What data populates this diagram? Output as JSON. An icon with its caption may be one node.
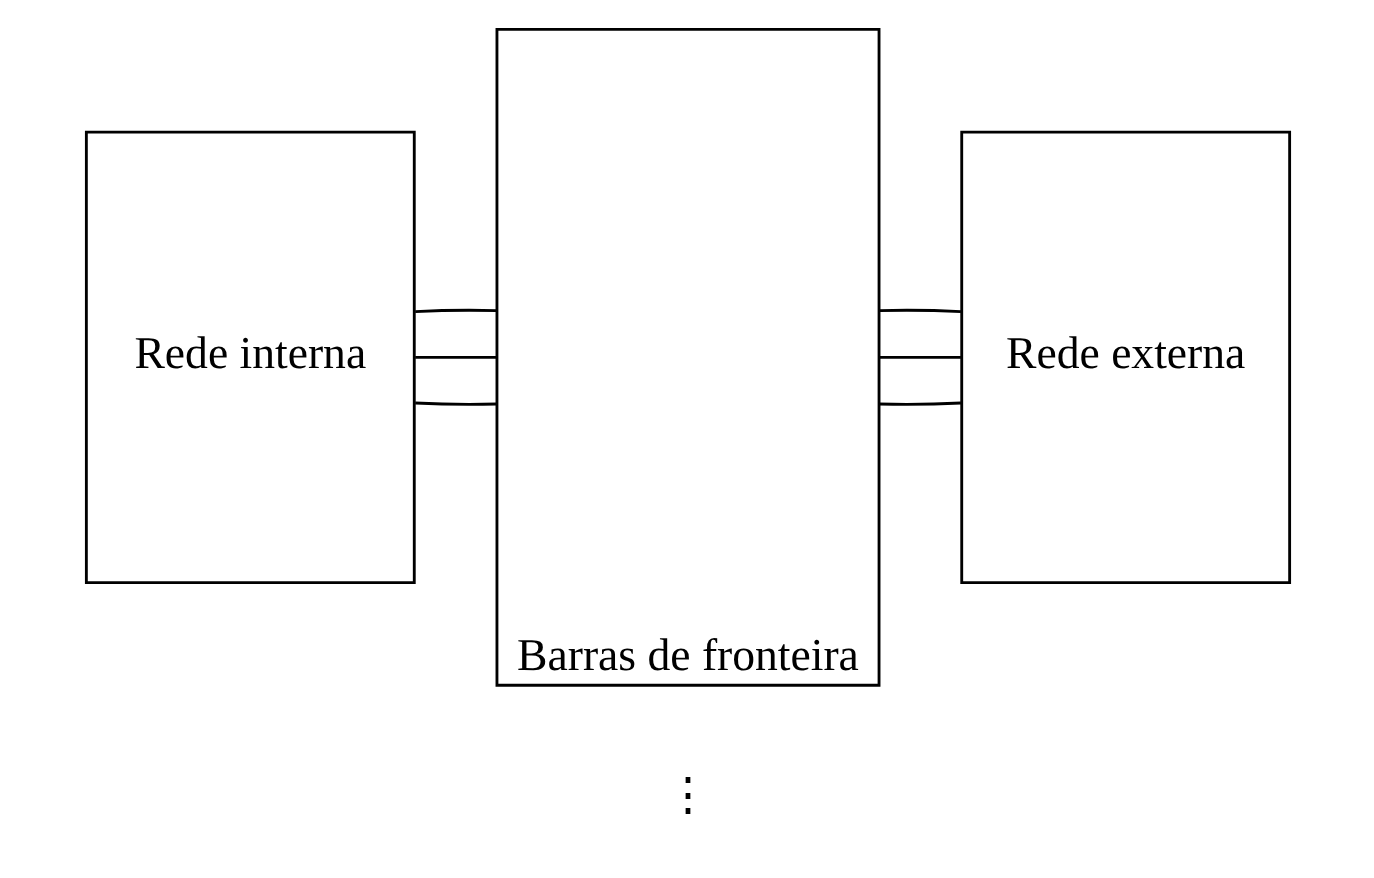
{
  "diagram": {
    "nodes": [
      {
        "text": [
          "Rede interna"
        ]
      },
      {
        "text": [
          "Barras de fronteira"
        ]
      },
      {
        "text": [
          "Rede externa"
        ]
      }
    ],
    "edges": [
      {
        "from": 0,
        "to": 1,
        "arrow": "none"
      },
      {
        "from": 0,
        "to": 1,
        "arrow": "none"
      },
      {
        "from": 0,
        "to": 1,
        "arrow": "none"
      },
      {
        "from": 1,
        "to": 2,
        "arrow": "none"
      },
      {
        "from": 1,
        "to": 2,
        "arrow": "none"
      },
      {
        "from": 1,
        "to": 2,
        "arrow": "none"
      }
    ],
    "labels": [
      "⋮"
    ]
  }
}
